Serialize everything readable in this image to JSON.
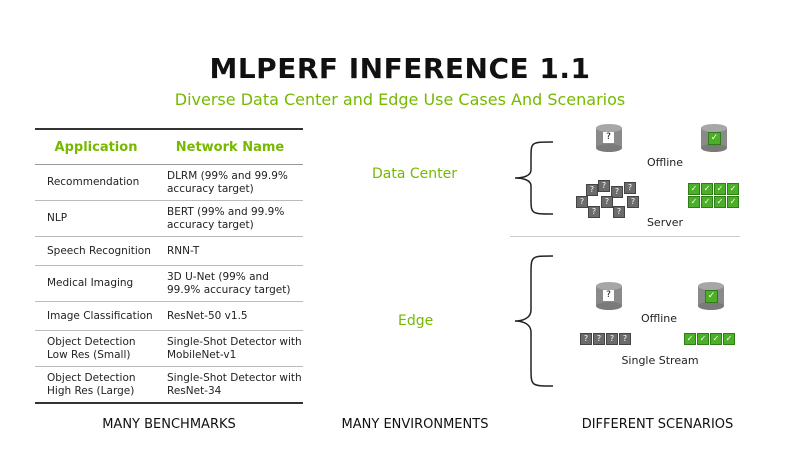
{
  "title": "MLPERF INFERENCE 1.1",
  "subtitle": "Diverse Data Center and Edge Use Cases And Scenarios",
  "table": {
    "headers": [
      "Application",
      "Network Name"
    ],
    "rows": [
      {
        "app": "Recommendation",
        "network": "DLRM (99% and 99.9% accuracy target)"
      },
      {
        "app": "NLP",
        "network": "BERT (99% and 99.9% accuracy target)"
      },
      {
        "app": "Speech Recognition",
        "network": "RNN-T"
      },
      {
        "app": "Medical Imaging",
        "network": "3D U-Net (99% and 99.9% accuracy target)"
      },
      {
        "app": "Image Classification",
        "network": "ResNet-50 v1.5"
      },
      {
        "app": "Object Detection Low Res (Small)",
        "network": "Single-Shot Detector with MobileNet-v1"
      },
      {
        "app": "Object Detection High Res (Large)",
        "network": "Single-Shot Detector with ResNet-34"
      }
    ]
  },
  "environments": {
    "data_center": "Data Center",
    "edge": "Edge"
  },
  "scenarios": {
    "dc_offline": "Offline",
    "dc_server": "Server",
    "edge_offline": "Offline",
    "edge_single_stream": "Single Stream"
  },
  "glyphs": {
    "question": "?",
    "check": "✓"
  },
  "bottom_labels": {
    "benchmarks": "MANY BENCHMARKS",
    "environments": "MANY ENVIRONMENTS",
    "scenarios": "DIFFERENT SCENARIOS"
  },
  "colors": {
    "accent_green": "#76b900",
    "check_green": "#4caf28",
    "query_gray": "#6b6b6b"
  },
  "icons": [
    "database-query-icon",
    "database-check-icon",
    "query-block-icon",
    "check-block-icon",
    "curly-brace-icon"
  ]
}
